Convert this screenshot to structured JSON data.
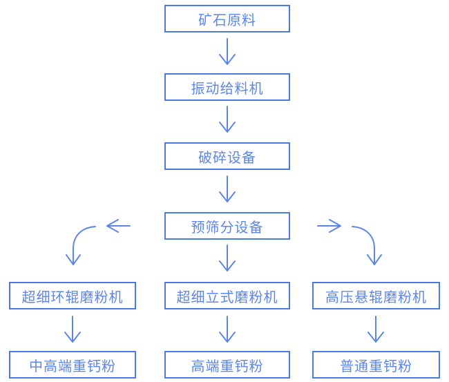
{
  "flowchart": {
    "nodes": {
      "ore": "矿石原料",
      "feeder": "振动给料机",
      "crusher": "破碎设备",
      "screen": "预筛分设备",
      "mill_left": "超细环辊磨粉机",
      "mill_center": "超细立式磨粉机",
      "mill_right": "高压悬辊磨粉机",
      "product_left": "中高端重钙粉",
      "product_center": "高端重钙粉",
      "product_right": "普通重钙粉"
    },
    "edges": [
      {
        "from": "矿石原料",
        "to": "振动给料机"
      },
      {
        "from": "振动给料机",
        "to": "破碎设备"
      },
      {
        "from": "破碎设备",
        "to": "预筛分设备"
      },
      {
        "from": "预筛分设备",
        "to": "超细环辊磨粉机"
      },
      {
        "from": "预筛分设备",
        "to": "超细立式磨粉机"
      },
      {
        "from": "预筛分设备",
        "to": "高压悬辊磨粉机"
      },
      {
        "from": "超细环辊磨粉机",
        "to": "中高端重钙粉"
      },
      {
        "from": "超细立式磨粉机",
        "to": "高端重钙粉"
      },
      {
        "from": "高压悬辊磨粉机",
        "to": "普通重钙粉"
      }
    ],
    "colors": {
      "box_border": "#4a79df",
      "box_text": "#5c86e8",
      "arrow": "#5b86e8",
      "background": "#ffffff"
    }
  }
}
